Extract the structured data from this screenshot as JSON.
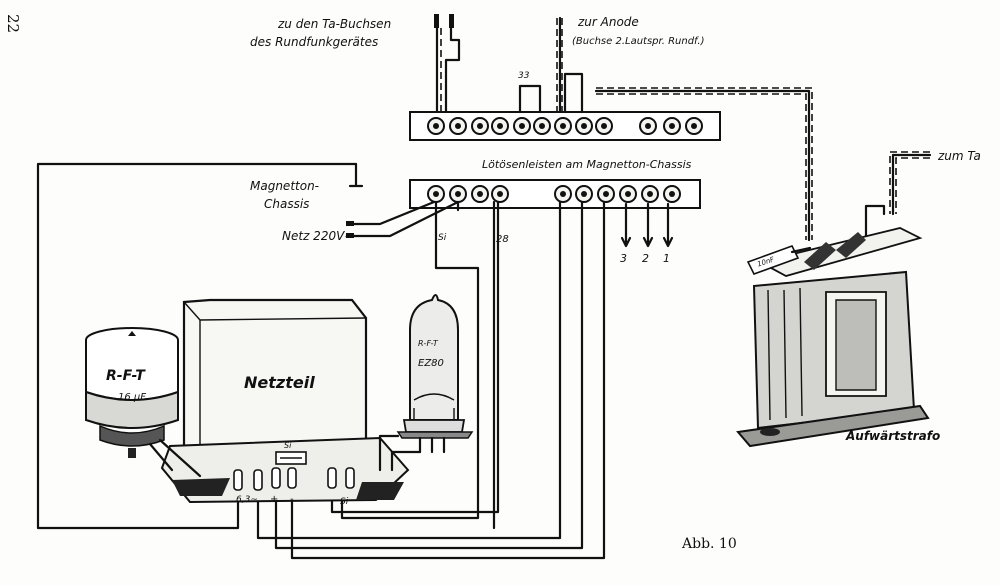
{
  "page_number": "22",
  "labels": {
    "ta_sockets_line1": "zu den Ta-Buchsen",
    "ta_sockets_line2": "des Rundfunkgerätes",
    "anode_line1": "zur Anode",
    "anode_line2": "(Buchse 2.Lautspr. Rundf.)",
    "to_ta": "zum Ta",
    "strip_caption": "Lötösenleisten am Magnetton-Chassis",
    "chassis_line1": "Magnetton-",
    "chassis_line2": "Chassis",
    "mains": "Netz 220V~",
    "num_33": "33",
    "num_28": "28",
    "si_strip": "Si",
    "terminal_3": "3",
    "terminal_2": "2",
    "terminal_1": "1",
    "power_unit": "Netzteil",
    "si_unit_top": "Si",
    "si_unit_right": "Si",
    "term_63": "6,3~",
    "term_plus": "+",
    "term_minus": "-",
    "capacitor_brand": "R-F-T",
    "capacitor_value": "16 µF",
    "tube_brand": "R-F-T",
    "tube_type": "EZ80",
    "trafo_cap": "10nF",
    "transformer": "Aufwärtstrafo",
    "figure": "Abb. 10"
  }
}
